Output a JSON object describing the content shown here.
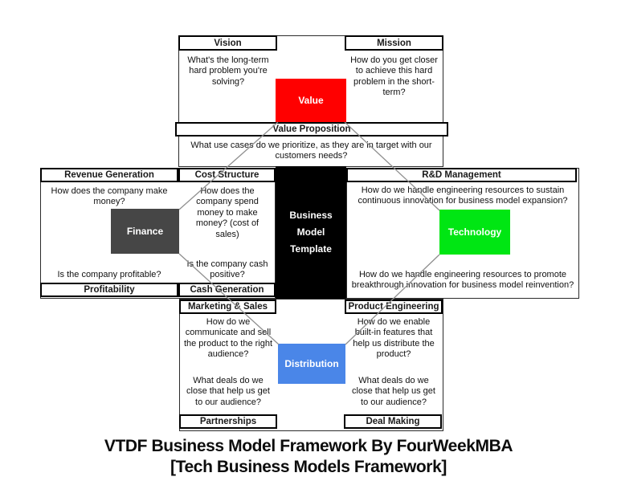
{
  "colors": {
    "value_box": "#ff0000",
    "finance_box": "#464646",
    "technology_box": "#00e613",
    "distribution_box": "#4a86e8",
    "template_box": "#000000",
    "connector": "#8f8f8f"
  },
  "top_panel": {
    "vision": {
      "header": "Vision",
      "question": "What's the long-term hard problem you're solving?"
    },
    "mission": {
      "header": "Mission",
      "question": "How do you get closer to achieve this hard problem in the short-term?"
    },
    "value_label": "Value",
    "value_proposition": {
      "header": "Value Proposition",
      "question": "What use cases do we prioritize, as they are in target with our customers needs?"
    }
  },
  "finance_panel": {
    "revenue_generation": {
      "header": "Revenue Generation",
      "question": "How does the company make money?",
      "bottom_question": "Is the company profitable?",
      "footer": "Profitability"
    },
    "cost_structure": {
      "header": "Cost Structure",
      "question": "How does the company spend money to make money? (cost of sales)",
      "bottom_question": "Is the company cash positive?",
      "footer": "Cash Generation"
    },
    "finance_label": "Finance"
  },
  "center": {
    "template_label": "Business Model Template"
  },
  "technology_panel": {
    "header": "R&D Management",
    "top_question": "How do we handle engineering resources to sustain continuous innovation for business model expansion?",
    "bottom_question": "How do we handle engineering resources to promote breakthrough innovation for business model reinvention?",
    "technology_label": "Technology"
  },
  "distribution_panel": {
    "marketing_sales": {
      "header": "Marketing & Sales",
      "question": "How do we communicate and sell the product to the right audience?",
      "bottom_question": "What deals do we close that help us get to our audience?",
      "footer": "Partnerships"
    },
    "product_engineering": {
      "header": "Product Engineering",
      "question": "How do we enable built-in features that help us distribute the product?",
      "bottom_question": "What deals do we close that help us get to our audience?",
      "footer": "Deal Making"
    },
    "distribution_label": "Distribution"
  },
  "title": {
    "line1": "VTDF Business Model Framework By FourWeekMBA",
    "line2": "[Tech Business Models Framework]"
  }
}
